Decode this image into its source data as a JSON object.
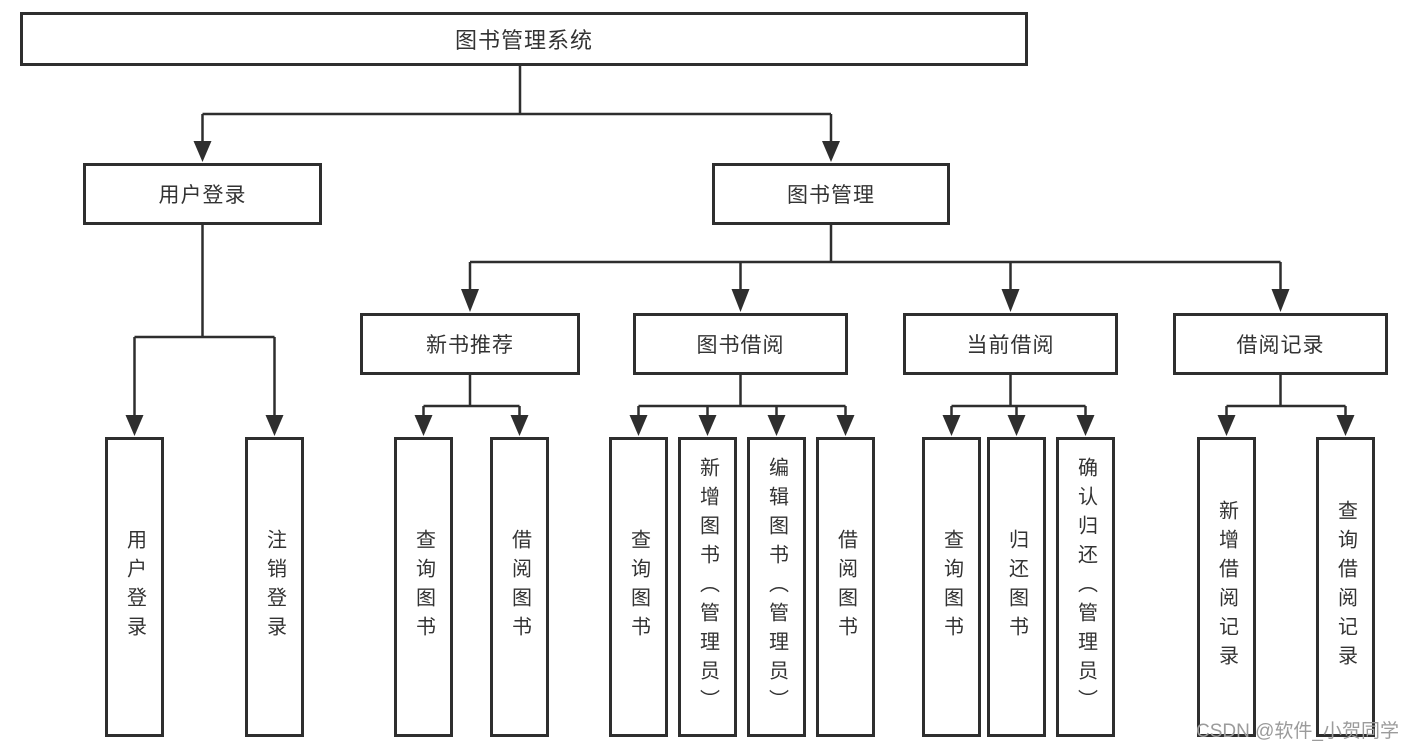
{
  "tree": {
    "label": "图书管理系统",
    "children": [
      {
        "label": "用户登录",
        "children": [
          {
            "label": "用户登录"
          },
          {
            "label": "注销登录"
          }
        ]
      },
      {
        "label": "图书管理",
        "children": [
          {
            "label": "新书推荐",
            "children": [
              {
                "label": "查询图书"
              },
              {
                "label": "借阅图书"
              }
            ]
          },
          {
            "label": "图书借阅",
            "children": [
              {
                "label": "查询图书"
              },
              {
                "label": "新增图书（管理员）"
              },
              {
                "label": "编辑图书（管理员）"
              },
              {
                "label": "借阅图书"
              }
            ]
          },
          {
            "label": "当前借阅",
            "children": [
              {
                "label": "查询图书"
              },
              {
                "label": "归还图书"
              },
              {
                "label": "确认归还（管理员）"
              }
            ]
          },
          {
            "label": "借阅记录",
            "children": [
              {
                "label": "新增借阅记录"
              },
              {
                "label": "查询借阅记录"
              }
            ]
          }
        ]
      }
    ]
  },
  "watermark": {
    "text": "CSDN @软件_小贺同学"
  },
  "colors": {
    "line": "#2e2e2e",
    "box_border": "#2e2e2e",
    "text": "#333333",
    "watermark": "#9b9b9b",
    "background": "#ffffff"
  }
}
